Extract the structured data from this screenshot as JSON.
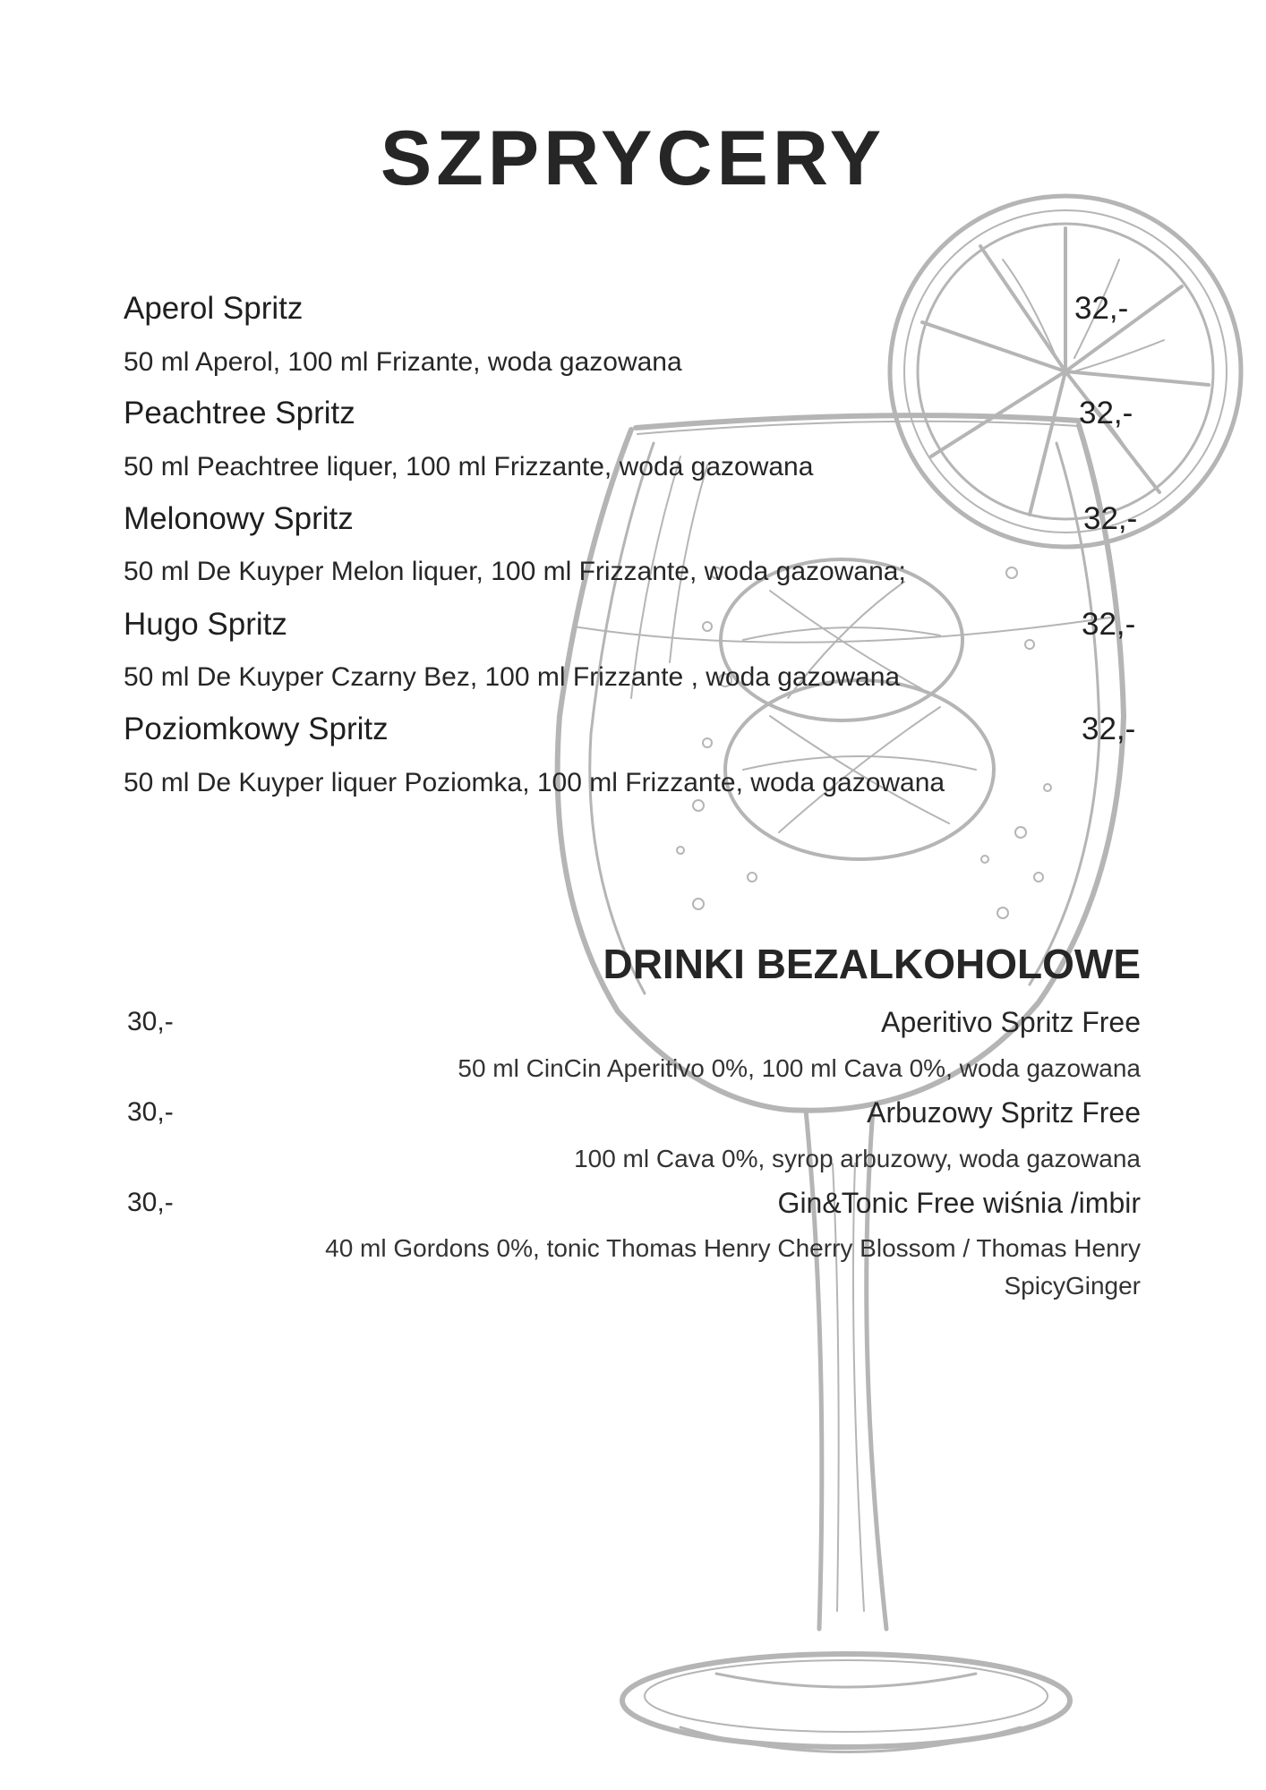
{
  "title": "SZPRYCERY",
  "colors": {
    "text": "#262626",
    "sketch": "#b5b5b5"
  },
  "illustration": {
    "icon": "wine-glass-with-orange-slice-sketch"
  },
  "spritz": [
    {
      "name": "Aperol Spritz",
      "price": "32,-",
      "desc": "50 ml Aperol, 100 ml Frizante, woda gazowana"
    },
    {
      "name": "Peachtree Spritz",
      "price": "32,-",
      "desc": "50 ml Peachtree liquer, 100 ml Frizzante, woda gazowana"
    },
    {
      "name": "Melonowy Spritz",
      "price": "32,-",
      "desc": "50 ml De Kuyper Melon liquer, 100 ml Frizzante, woda gazowana;"
    },
    {
      "name": "Hugo Spritz",
      "price": "32,-",
      "desc": "50 ml De Kuyper Czarny Bez, 100 ml Frizzante , woda gazowana"
    },
    {
      "name": "Poziomkowy Spritz",
      "price": "32,-",
      "desc": "50 ml De Kuyper liquer Poziomka, 100 ml Frizzante, woda gazowana"
    }
  ],
  "non_alcoholic": {
    "title": "DRINKI BEZALKOHOLOWE",
    "items": [
      {
        "name": "Aperitivo Spritz  Free",
        "price": "30,-",
        "desc": "50 ml CinCin Aperitivo 0%, 100 ml Cava 0%, woda gazowana"
      },
      {
        "name": "Arbuzowy Spritz Free",
        "price": "30,-",
        "desc": "100 ml Cava 0%, syrop arbuzowy, woda gazowana"
      },
      {
        "name": "Gin&Tonic Free wiśnia /imbir",
        "price": "30,-",
        "desc": "40 ml Gordons 0%, tonic Thomas Henry Cherry Blossom / Thomas Henry",
        "desc2": "SpicyGinger"
      }
    ]
  }
}
